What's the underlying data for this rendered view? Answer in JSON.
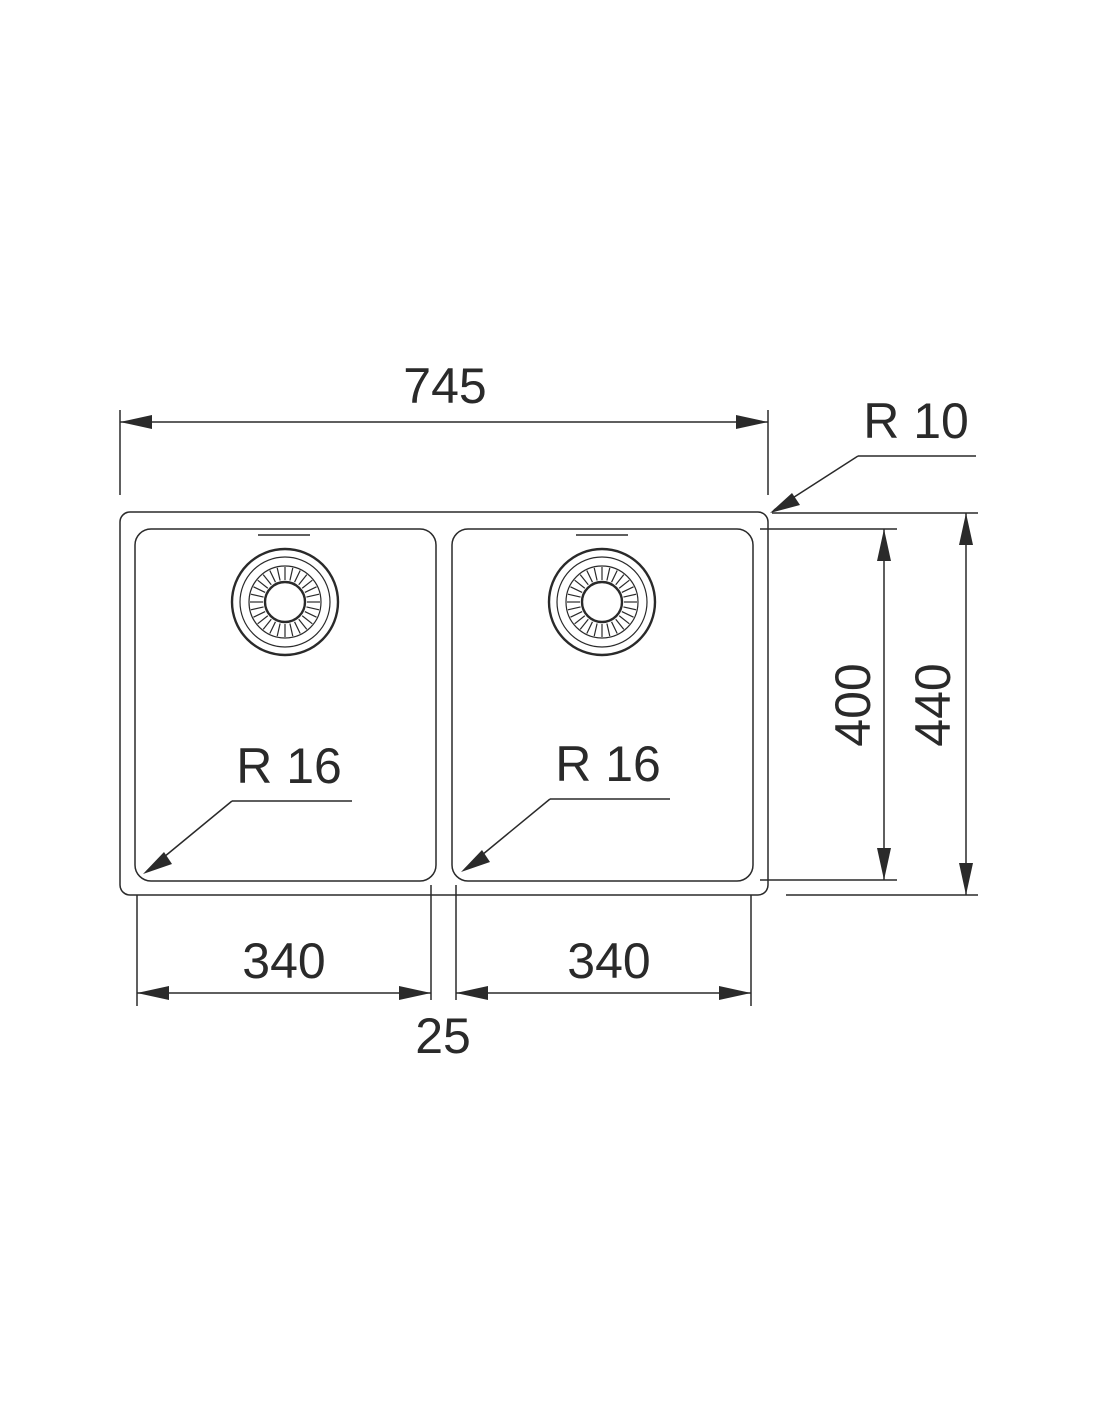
{
  "dimensions": {
    "overall_width": "745",
    "overall_depth": "440",
    "bowl_depth": "400",
    "bowl_left_width": "340",
    "bowl_right_width": "340",
    "bowl_gap": "25",
    "outer_corner_radius": "R 10",
    "bowl_left_corner_radius": "R 16",
    "bowl_right_corner_radius": "R 16"
  },
  "colors": {
    "line": "#2a2a2a",
    "background": "#ffffff"
  }
}
